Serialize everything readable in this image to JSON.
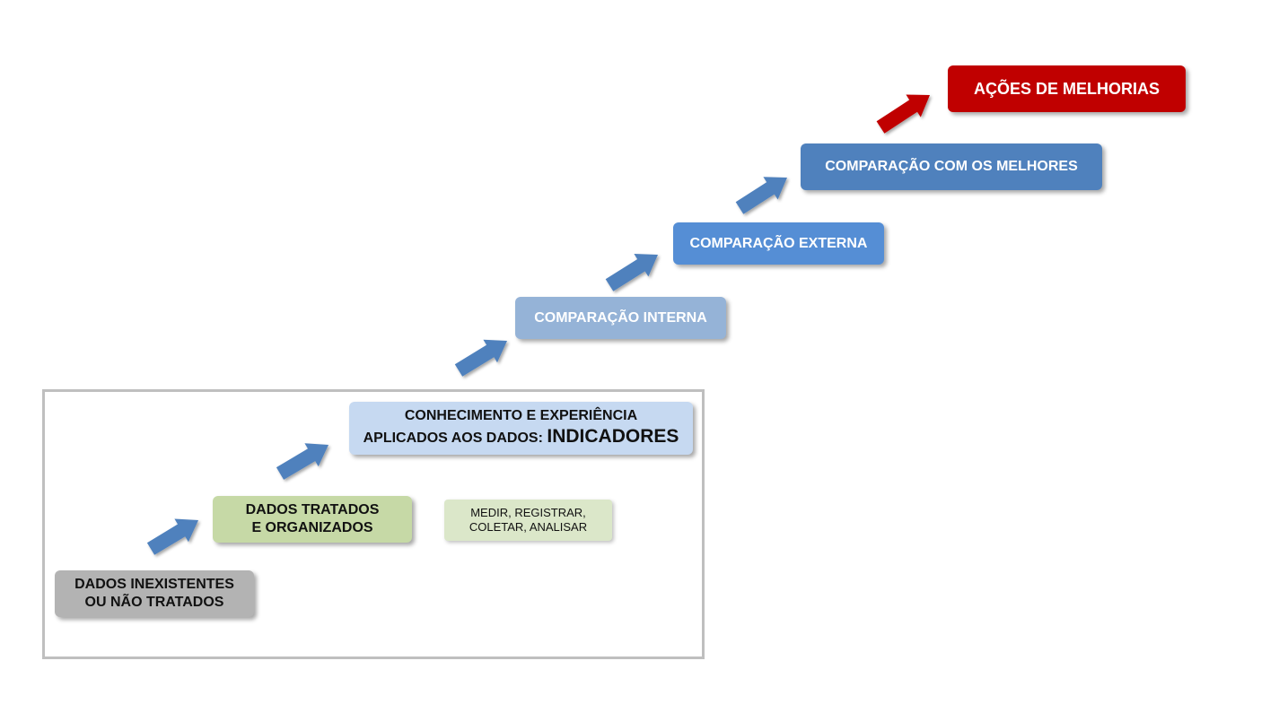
{
  "steps": {
    "dados_inexistentes": {
      "line1": "DADOS INEXISTENTES",
      "line2": "OU NÃO TRATADOS"
    },
    "dados_tratados": {
      "line1": "DADOS TRATADOS",
      "line2": "E ORGANIZADOS"
    },
    "medir": {
      "line1": "MEDIR, REGISTRAR,",
      "line2": "COLETAR, ANALISAR"
    },
    "conhecimento": {
      "line1": "CONHECIMENTO E EXPERIÊNCIA",
      "line2a": "APLICADOS AOS DADOS: ",
      "line2b": "INDICADORES"
    },
    "comparacao_interna": "COMPARAÇÃO INTERNA",
    "comparacao_externa": "COMPARAÇÃO EXTERNA",
    "comparacao_melhores": "COMPARAÇÃO COM OS MELHORES",
    "acoes_melhorias": "AÇÕES DE MELHORIAS"
  },
  "colors": {
    "arrow_blue": "#4f81bd",
    "arrow_red": "#c00000",
    "grey_box": "#b3b3b3",
    "green_box": "#c6d9a6",
    "light_green_box": "#dbe7c9",
    "pale_blue_box": "#c6d9f1",
    "blue_1": "#95b3d7",
    "blue_2": "#558ed5",
    "blue_3": "#4f81bd",
    "red_box": "#c00000"
  }
}
